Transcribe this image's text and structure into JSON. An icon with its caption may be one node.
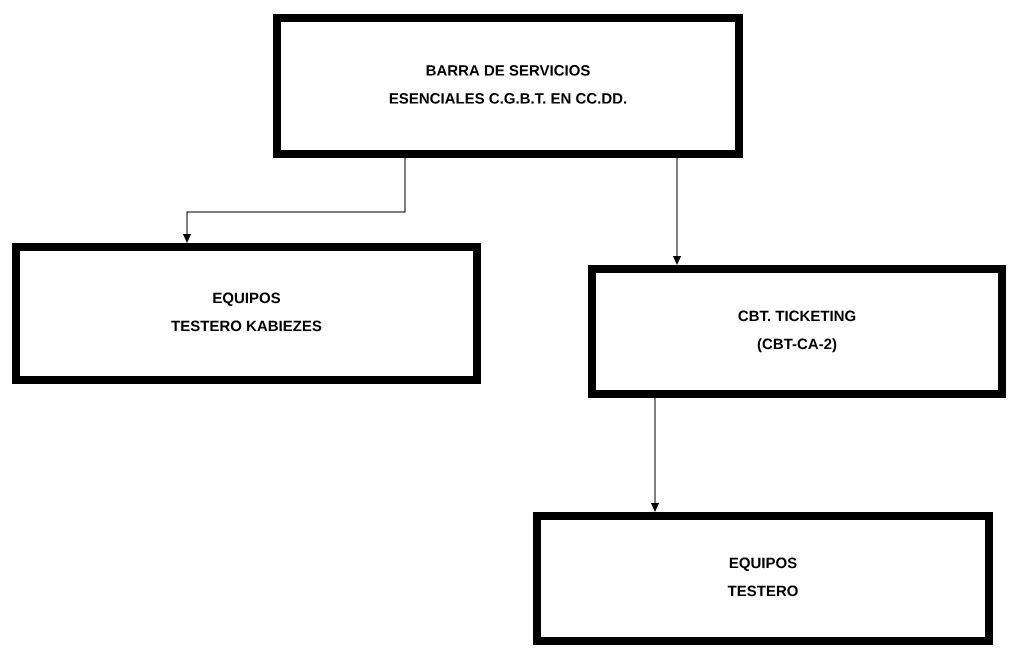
{
  "diagram": {
    "nodes": [
      {
        "text": [
          "BARRA DE SERVICIOS",
          "ESENCIALES C.G.B.T. EN CC.DD."
        ]
      },
      {
        "text": [
          "EQUIPOS",
          "TESTERO KABIEZES"
        ]
      },
      {
        "text": [
          "CBT. TICKETING",
          "(CBT-CA-2)"
        ]
      },
      {
        "text": [
          "EQUIPOS",
          "TESTERO"
        ]
      }
    ],
    "edges": [
      {
        "from": 0,
        "to": 1,
        "arrow": "to"
      },
      {
        "from": 0,
        "to": 2,
        "arrow": "to"
      },
      {
        "from": 2,
        "to": 3,
        "arrow": "to"
      }
    ]
  }
}
